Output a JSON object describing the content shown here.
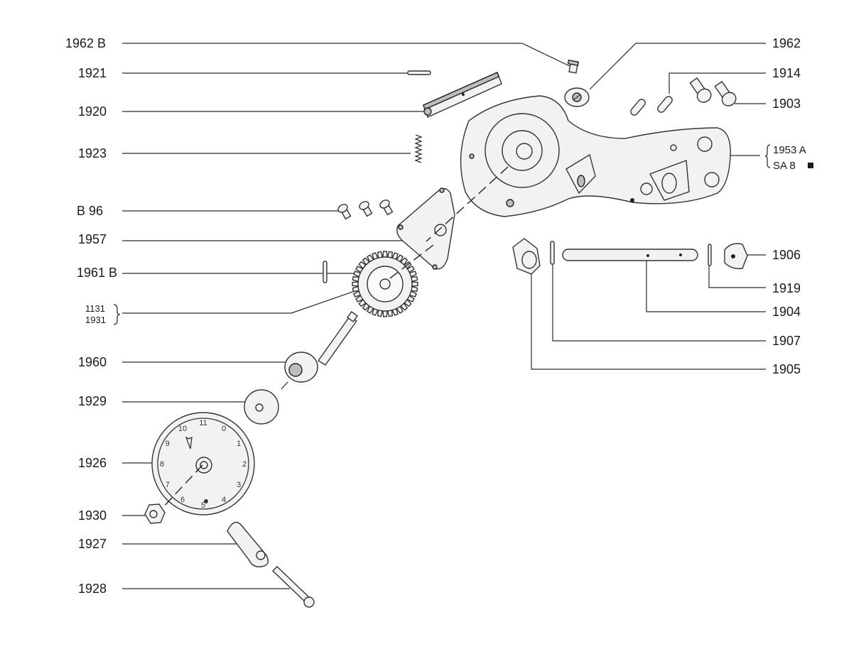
{
  "labels_left": {
    "l1962b": "1962 B",
    "l1921": "1921",
    "l1920": "1920",
    "l1923": "1923",
    "lb96": "B 96",
    "l1957": "1957",
    "l1961b": "1961 B",
    "l1131": "1131",
    "l1931": "1931",
    "l1960": "1960",
    "l1929": "1929",
    "l1926": "1926",
    "l1930": "1930",
    "l1927": "1927",
    "l1928": "1928"
  },
  "labels_right": {
    "l1962": "1962",
    "l1914": "1914",
    "l1903": "1903",
    "l1953a": "1953 A",
    "lsa8": "SA  8",
    "l1906": "1906",
    "l1919": "1919",
    "l1904": "1904",
    "l1907": "1907",
    "l1905": "1905"
  },
  "dial_numbers": [
    "11",
    "0",
    "1",
    "2",
    "3",
    "4",
    "5",
    "6",
    "7",
    "8",
    "9",
    "10"
  ]
}
